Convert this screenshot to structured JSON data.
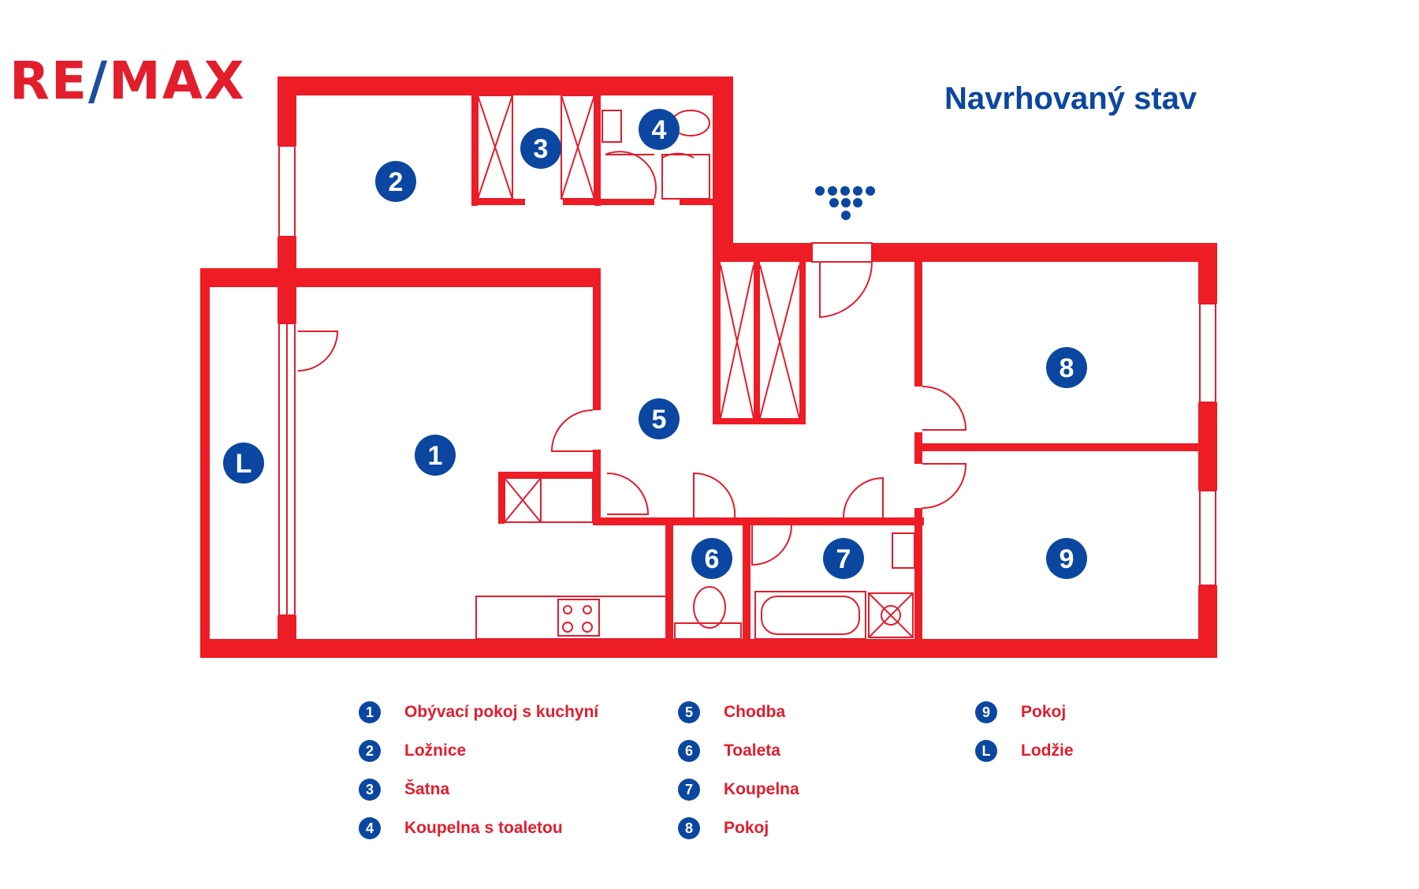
{
  "brand": {
    "logo_left": "RE",
    "logo_slash": "/",
    "logo_right": "MAX"
  },
  "title": "Navrhovaný stav",
  "colors": {
    "wall": "#ee1c25",
    "badge": "#0b47a0",
    "legend_text": "#e21d2c",
    "line": "#e21d2c"
  },
  "rooms": [
    {
      "id": "1",
      "name": "Obývací pokoj s kuchyní"
    },
    {
      "id": "2",
      "name": "Ložnice"
    },
    {
      "id": "3",
      "name": "Šatna"
    },
    {
      "id": "4",
      "name": "Koupelna s toaletou"
    },
    {
      "id": "5",
      "name": "Chodba"
    },
    {
      "id": "6",
      "name": "Toaleta"
    },
    {
      "id": "7",
      "name": "Koupelna"
    },
    {
      "id": "8",
      "name": "Pokoj"
    },
    {
      "id": "9",
      "name": "Pokoj"
    },
    {
      "id": "L",
      "name": "Lodžie"
    }
  ],
  "icons": [
    "compass-dots-icon"
  ]
}
